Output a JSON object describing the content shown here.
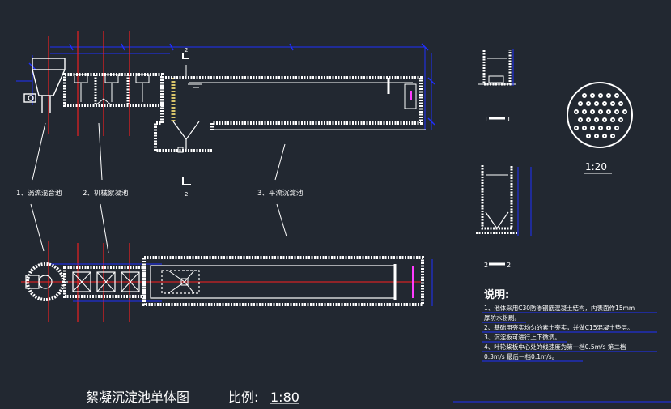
{
  "colors": {
    "background": "#222831",
    "structure": "#ffffff",
    "axis": "#ff1f1f",
    "dimension": "#1f2fff",
    "accent": "#ff3cff",
    "hatch": "#d8c46a"
  },
  "labels": {
    "vortex_mixing": "1、涡流混合池",
    "mech_flocculation": "2、机械絮凝池",
    "horizontal_settling": "3、平流沉淀池"
  },
  "section_marks": {
    "mark_a": "1",
    "mark_b": "2"
  },
  "detail_scale": "1:20",
  "notes": {
    "heading": "说明:",
    "items": [
      "1、池体采用C30防渗钢筋混凝土结构，内表面作15mm",
      "厚防水粉刷。",
      "2、基础用夯实均匀的素土夯实，并做C15混凝土垫层。",
      "3、沉淀板可进行上下微调。",
      "4、叶轮桨板中心处的线速度为第一档0.5m/s 第二档",
      "0.3m/s 最后一档0.1m/s。"
    ]
  },
  "title": {
    "main": "絮凝沉淀池单体图",
    "scale_label": "比例:",
    "scale_value": "1:80"
  }
}
